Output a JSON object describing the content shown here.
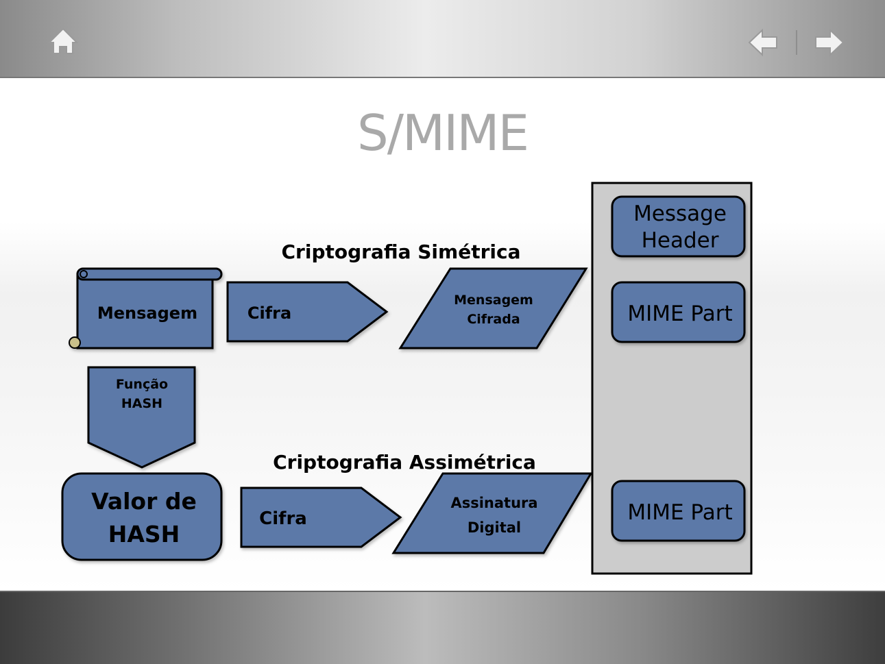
{
  "slide": {
    "title": "S/MIME"
  },
  "nav": {
    "home_icon": "home-icon",
    "prev_icon": "arrow-left-icon",
    "next_icon": "arrow-right-icon"
  },
  "diagram": {
    "label_symmetric": "Criptografia Simétrica",
    "label_asymmetric": "Criptografia Assimétrica",
    "message": "Mensagem",
    "cipher_top": "Cifra",
    "encrypted_message_line1": "Mensagem",
    "encrypted_message_line2": "Cifrada",
    "hash_function_line1": "Função",
    "hash_function_line2": "HASH",
    "hash_value_line1": "Valor de",
    "hash_value_line2": "HASH",
    "cipher_bottom": "Cifra",
    "signature_line1": "Assinatura",
    "signature_line2": "Digital",
    "header_line1": "Message",
    "header_line2": "Header",
    "mime_part_1": "MIME Part",
    "mime_part_2": "MIME Part"
  },
  "colors": {
    "shape_fill": "#5b79a8",
    "panel_fill": "#cccccc",
    "title": "#a9a9a9"
  }
}
